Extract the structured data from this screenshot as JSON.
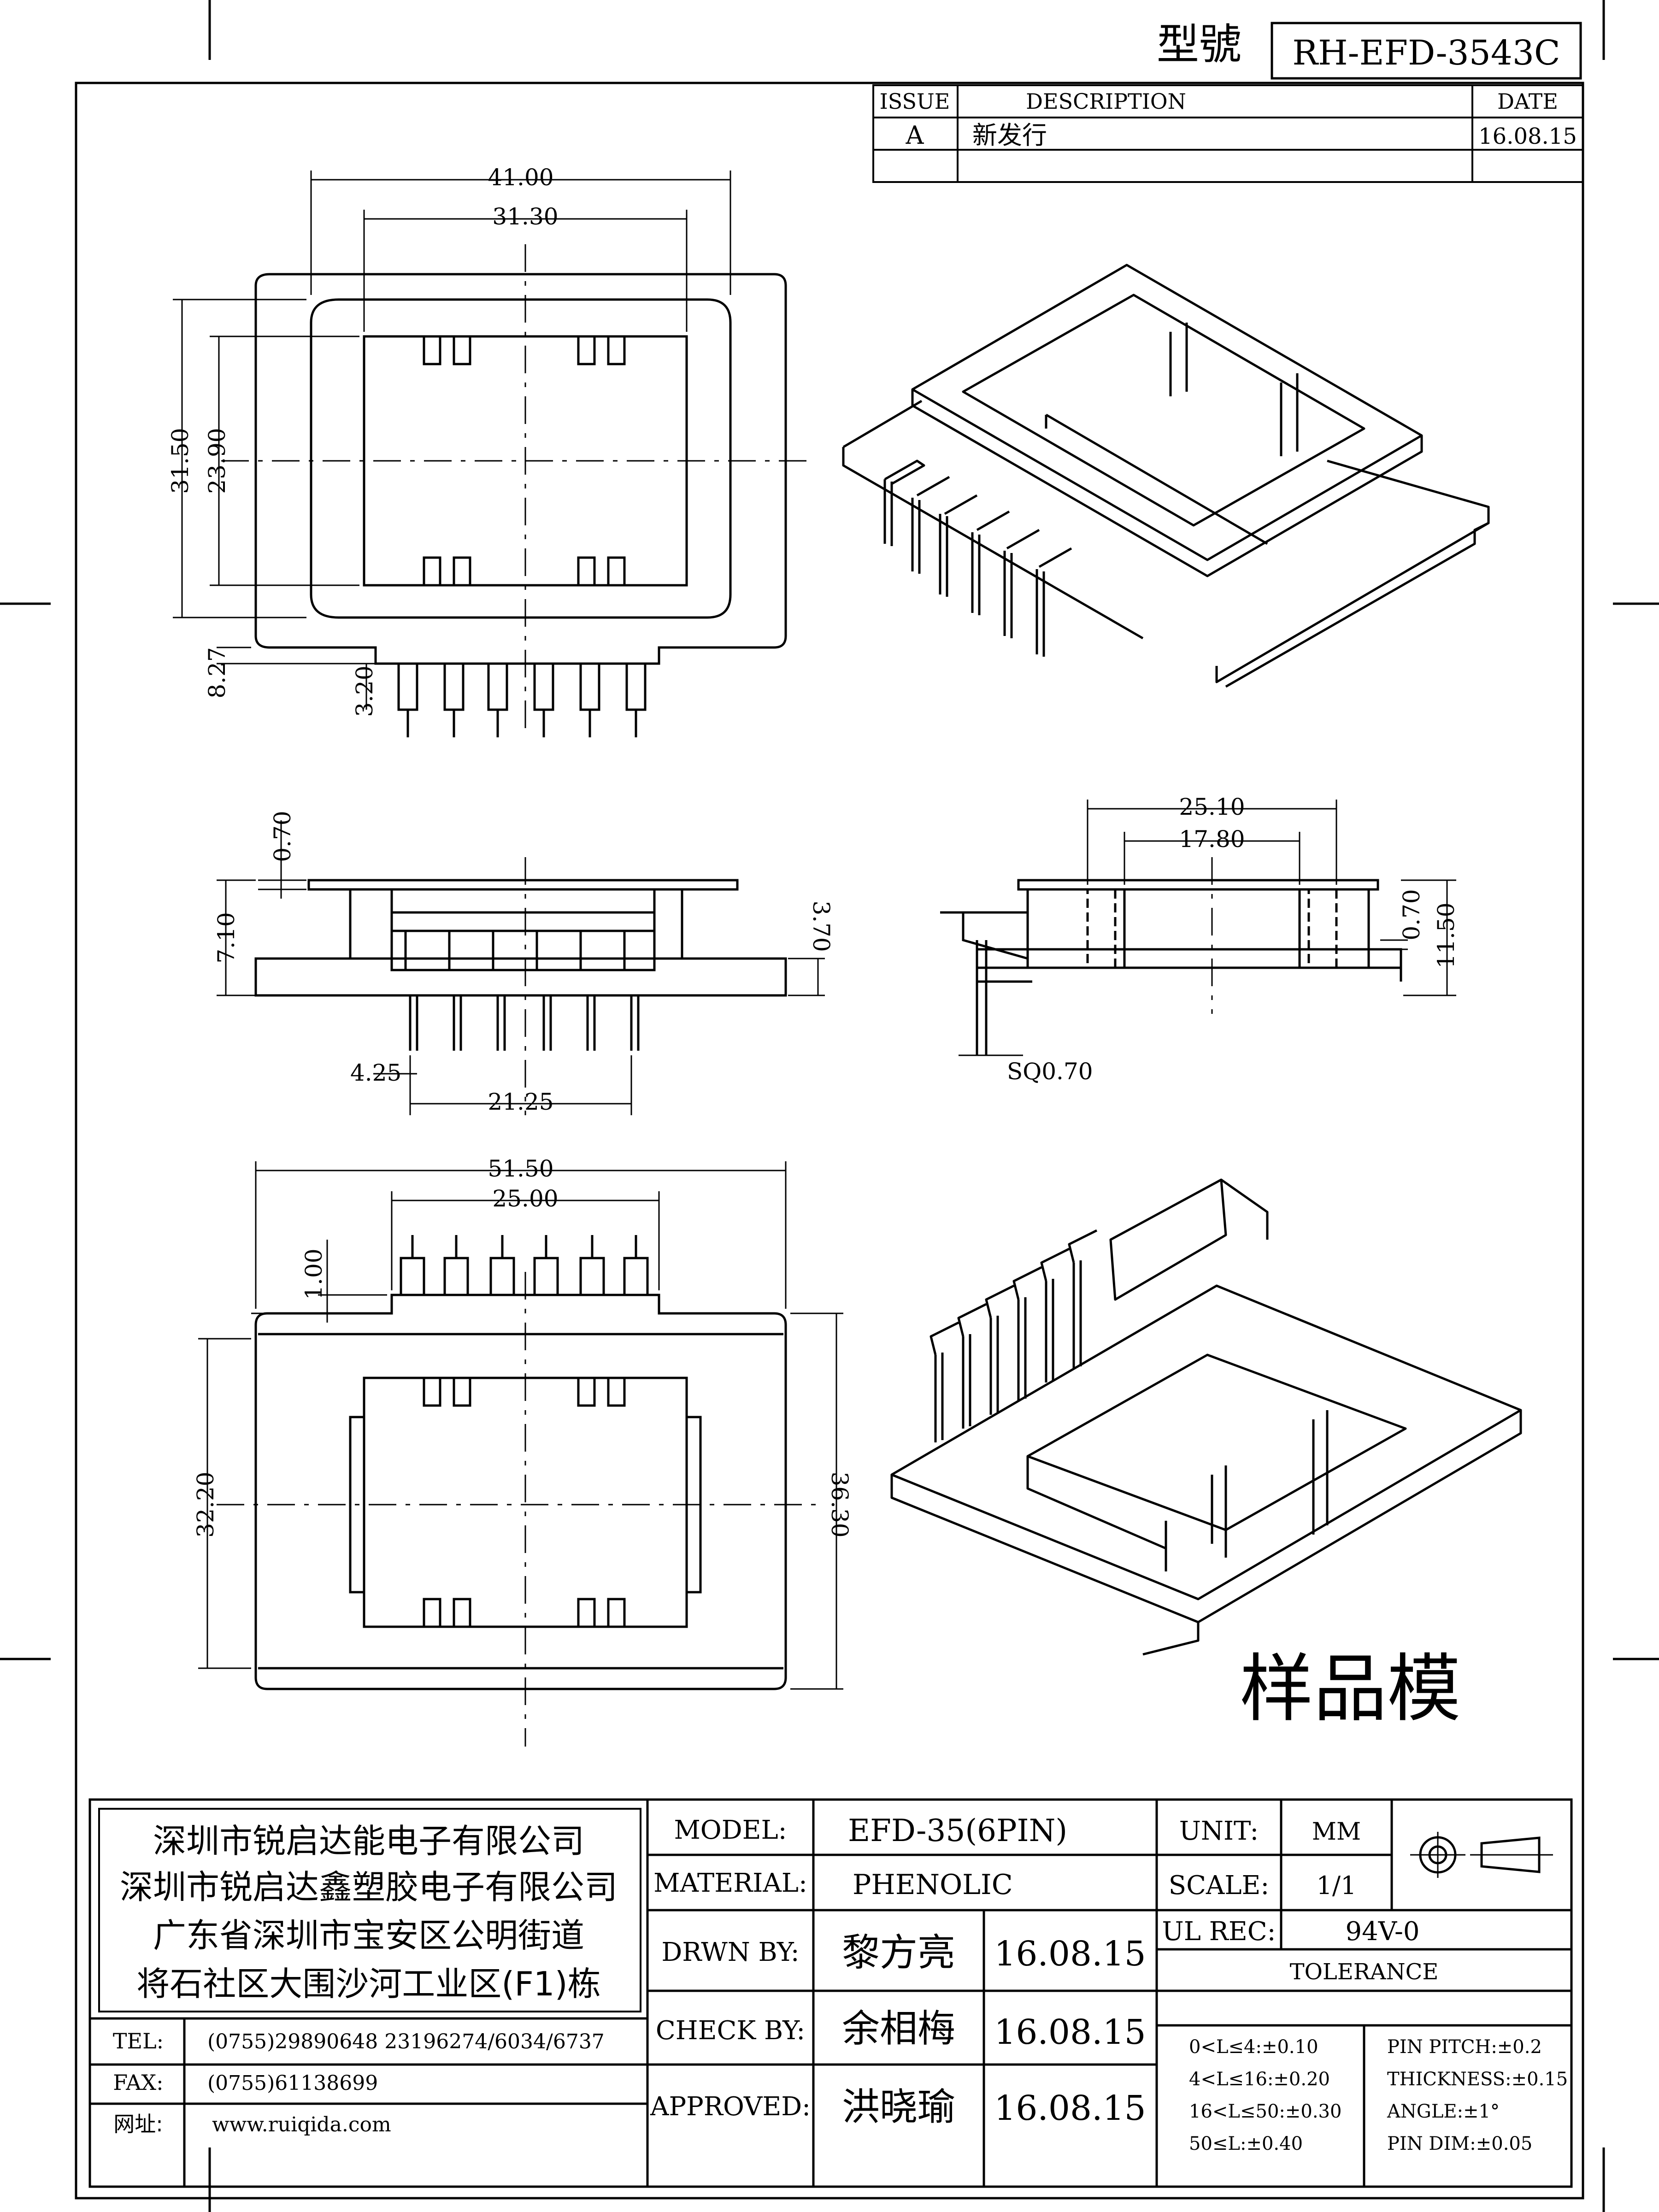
{
  "header": {
    "model_no_label": "型號",
    "model_no": "RH-EFD-3543C"
  },
  "revision_table": {
    "col_issue": "ISSUE",
    "col_description": "DESCRIPTION",
    "col_date": "DATE",
    "rows": [
      {
        "issue": "A",
        "description": "新发行",
        "date": "16.08.15"
      }
    ]
  },
  "dimensions": {
    "top_view": {
      "d1": "41.00",
      "d2": "31.30",
      "d3": "31.50",
      "d4": "23.90",
      "d5": "8.27",
      "d6": "3.20"
    },
    "front_view": {
      "d1": "0.70",
      "d2": "7.10",
      "d3": "3.70",
      "d4": "4.25",
      "d5": "21.25"
    },
    "side_view": {
      "d1": "25.10",
      "d2": "17.80",
      "d3": "0.70",
      "d4": "11.50",
      "d5": "SQ0.70"
    },
    "bottom_view": {
      "d1": "51.50",
      "d2": "25.00",
      "d3": "1.00",
      "d4": "32.20",
      "d5": "36.30"
    }
  },
  "stamp": "样品模",
  "company": {
    "line1": "深圳市锐启达能电子有限公司",
    "line2": "深圳市锐启达鑫塑胶电子有限公司",
    "line3": "广东省深圳市宝安区公明街道",
    "line4": "将石社区大围沙河工业区(F1)栋"
  },
  "contact": {
    "tel_label": "TEL:",
    "tel": "(0755)29890648  23196274/6034/6737",
    "fax_label": "FAX:",
    "fax": "(0755)61138699",
    "web_label": "网址:",
    "web": "www.ruiqida.com"
  },
  "title_block": {
    "model_label": "MODEL:",
    "model": "EFD-35(6PIN)",
    "material_label": "MATERIAL:",
    "material": "PHENOLIC",
    "drawn_label": "DRWN BY:",
    "drawn_by": "黎方亮",
    "drawn_date": "16.08.15",
    "check_label": "CHECK BY:",
    "check_by": "余相梅",
    "check_date": "16.08.15",
    "approved_label": "APPROVED:",
    "approved_by": "洪晓瑜",
    "approved_date": "16.08.15",
    "unit_label": "UNIT:",
    "unit": "MM",
    "scale_label": "SCALE:",
    "scale": "1/1",
    "ul_label": "UL REC:",
    "ul": "94V-0",
    "tolerance_label": "TOLERANCE",
    "tol_left": [
      "0<L≤4:±0.10",
      "4<L≤16:±0.20",
      "16<L≤50:±0.30",
      "50≤L:±0.40"
    ],
    "tol_right": [
      "PIN PITCH:±0.2",
      "THICKNESS:±0.15",
      "ANGLE:±1°",
      "PIN DIM:±0.05"
    ]
  }
}
